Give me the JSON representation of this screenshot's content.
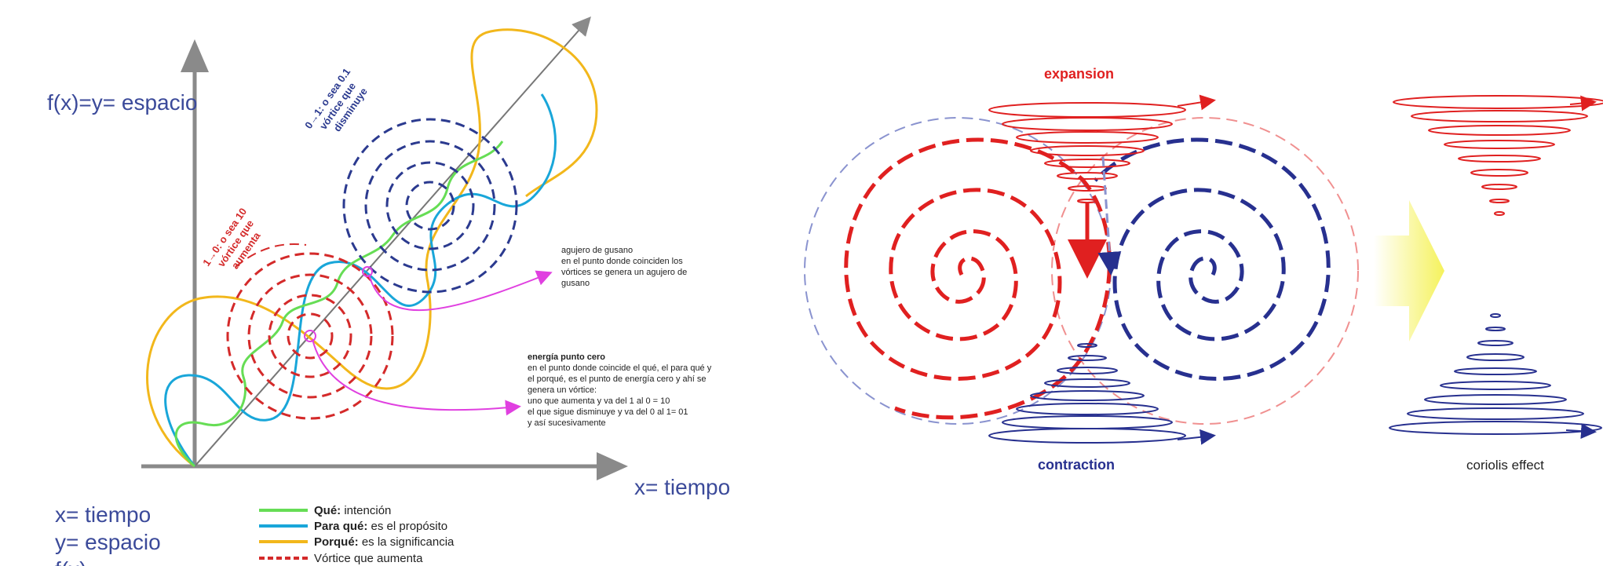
{
  "left_diagram": {
    "y_axis_label": "f(x)=y= espacio",
    "x_axis_label": "x= tiempo",
    "footer_lines": [
      "x= tiempo",
      "y= espacio",
      "f(x)..."
    ],
    "vortex_down_label": [
      "0→1: o sea 0.1",
      "vórtice que",
      "disminuye"
    ],
    "vortex_up_label": [
      "1→0: o sea 10",
      "vórtice que",
      "aumenta"
    ],
    "wormhole_note": [
      "agujero de gusano",
      "en el punto donde coinciden los",
      "vórtices se genera un agujero de",
      "gusano"
    ],
    "zero_energy_note": {
      "heading": "energía punto cero",
      "lines": [
        "en el punto donde coincide el qué, el para qué y",
        "el porqué, es el punto de energía cero y ahí se",
        "genera un vórtice:",
        "uno  que aumenta y va del 1 al 0 = 10",
        "el que sigue disminuye y va del 0 al 1= 01",
        "y así sucesivamente"
      ]
    },
    "legend": [
      {
        "bold": "Qué:",
        "text": " intención",
        "color": "#66dd55",
        "style": "solid"
      },
      {
        "bold": "Para qué:",
        "text": " es el propósito",
        "color": "#19a6d9",
        "style": "solid"
      },
      {
        "bold": "Porqué:",
        "text": " es la significancia",
        "color": "#f2b71b",
        "style": "solid"
      },
      {
        "bold": "",
        "text": "Vórtice que aumenta",
        "color": "#d42a2a",
        "style": "dashed"
      }
    ],
    "colors": {
      "axis": "#8a8a8a",
      "green": "#66dd55",
      "blue": "#19a6d9",
      "yellow": "#f2b71b",
      "red_vortex": "#d42a2a",
      "navy_vortex": "#2b3a8f",
      "magenta": "#e040e0"
    }
  },
  "right_diagram": {
    "expansion_label": "expansion",
    "contraction_label": "contraction",
    "coriolis_label": "coriolis effect",
    "colors": {
      "red": "#e02020",
      "navy": "#27308f",
      "arrow": "#f6f36a"
    }
  }
}
